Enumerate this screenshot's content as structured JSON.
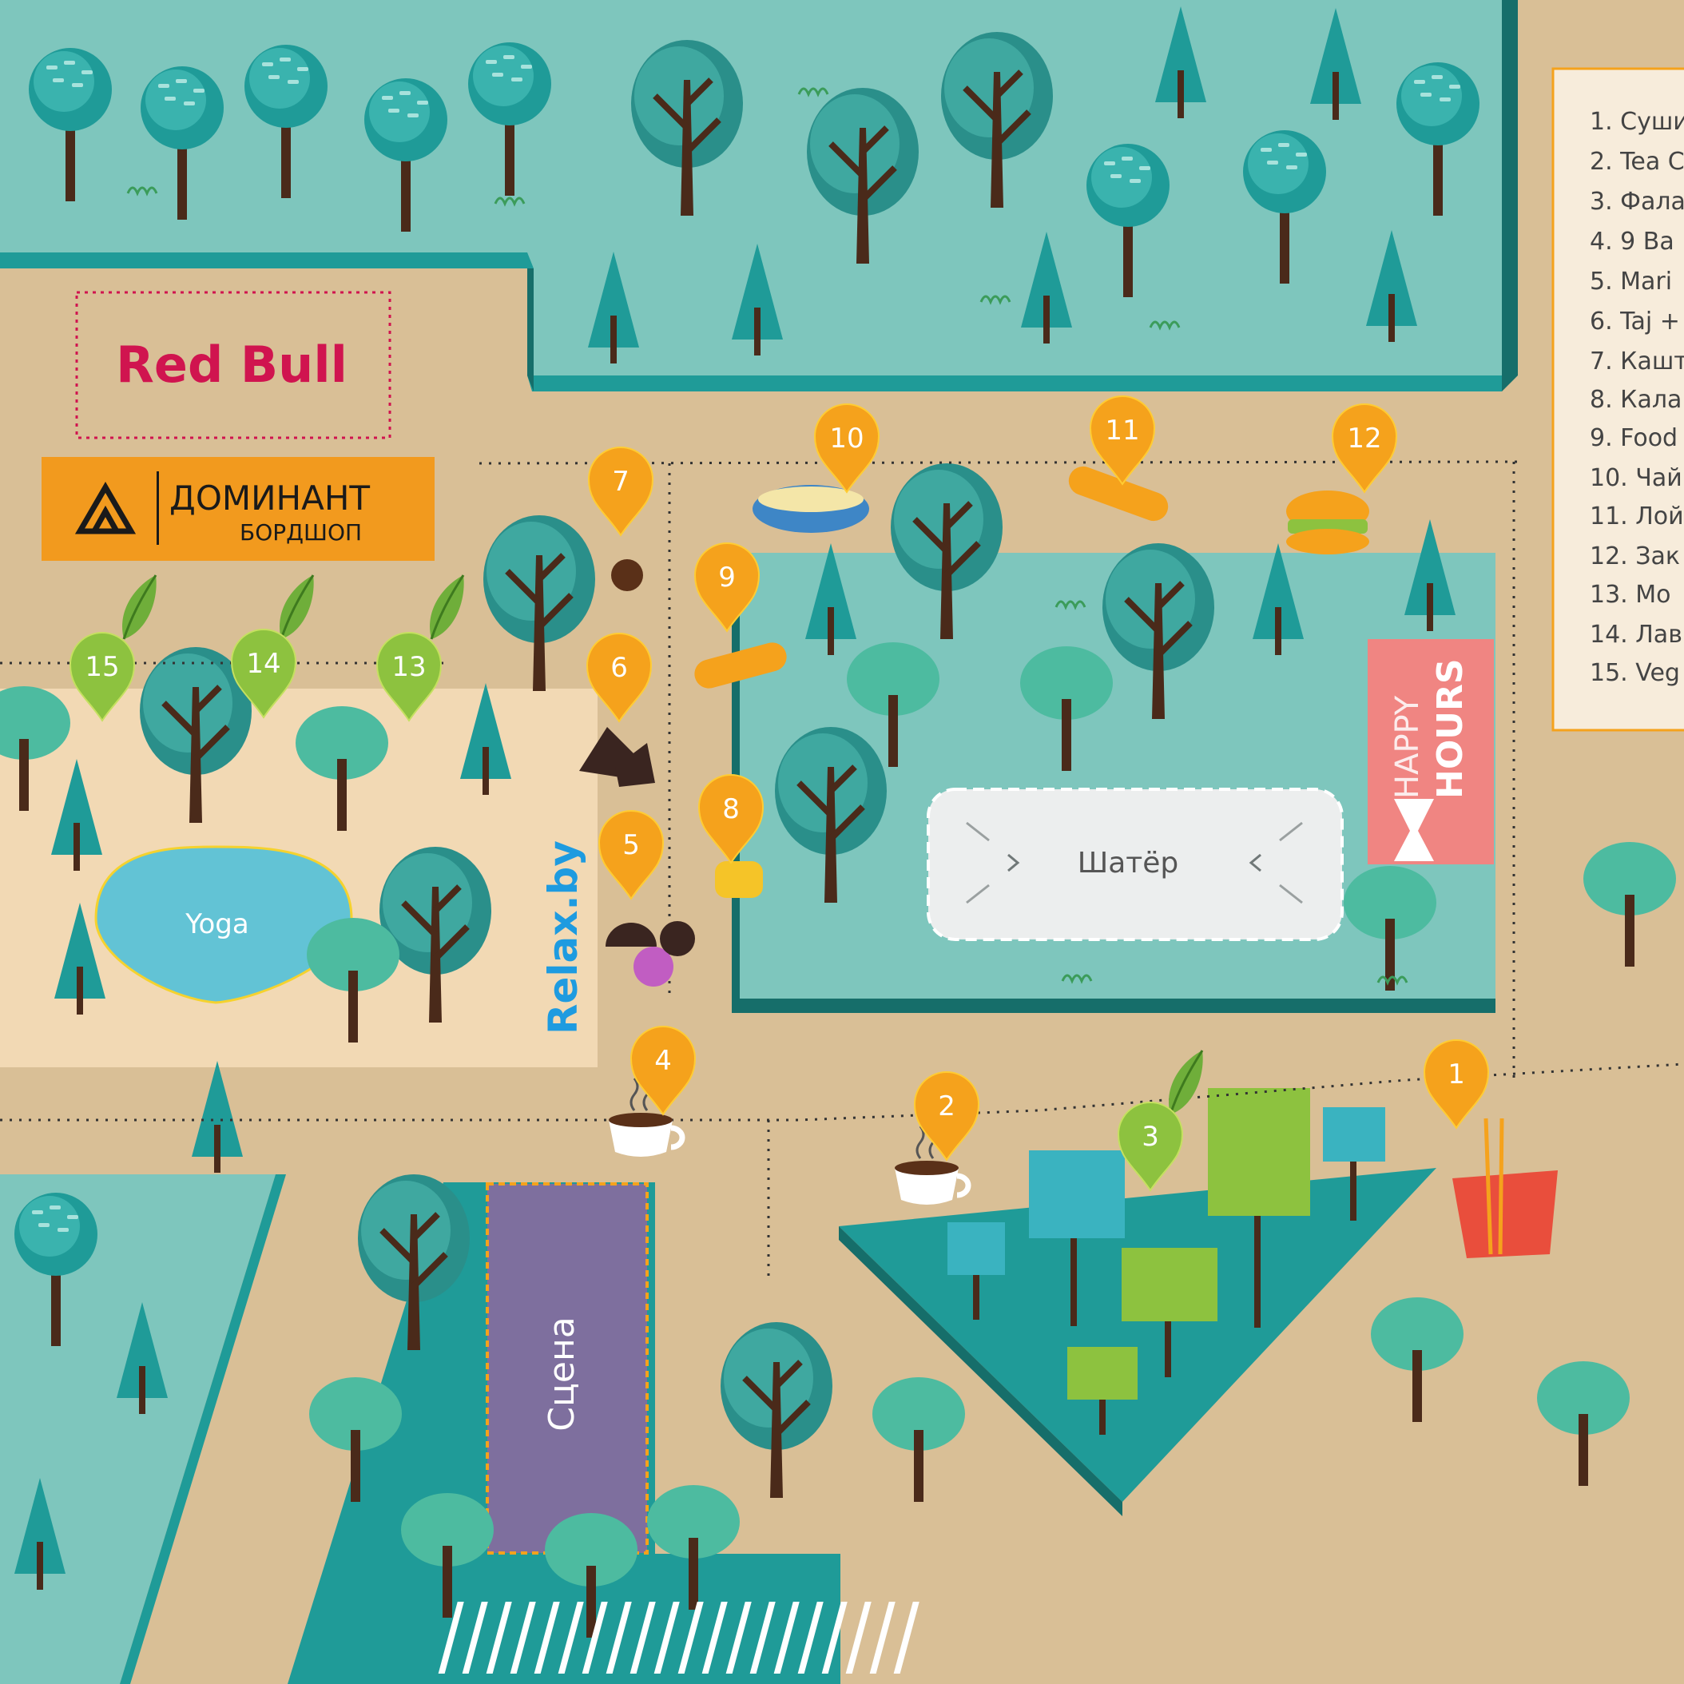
{
  "colors": {
    "ground": "#d9bf96",
    "lawn": "#7ec6bd",
    "lawn_dark": "#1f9b98",
    "lawn_edge": "#166e6a",
    "yoga_area": "#f2d9b4",
    "marker_orange": "#f5a21c",
    "marker_green": "#8dc23f",
    "trunk": "#4a2a1a",
    "stage": "#7e6f9e",
    "happy_hours": "#f08582",
    "redbull": "#d0144f",
    "dominant_bg": "#f29a1e",
    "relax": "#1e9be0"
  },
  "labels": {
    "redbull": "Red Bull",
    "dominant_line1": "ДОМИНАНТ",
    "dominant_line2": "БОРДШОП",
    "relax": "Relax.by",
    "yoga": "Yoga",
    "tent": "Шатёр",
    "stage": "Сцена",
    "happy": "HAPPY",
    "hours": "HOURS"
  },
  "markers": [
    {
      "n": "1",
      "color": "orange",
      "icon": "noodle-box-icon"
    },
    {
      "n": "2",
      "color": "orange",
      "icon": "coffee-cup-icon"
    },
    {
      "n": "3",
      "color": "green",
      "icon": "leaf-icon"
    },
    {
      "n": "4",
      "color": "orange",
      "icon": "coffee-cup-icon"
    },
    {
      "n": "5",
      "color": "orange",
      "icon": "candy-icon"
    },
    {
      "n": "6",
      "color": "orange",
      "icon": "chocolate-icon"
    },
    {
      "n": "7",
      "color": "orange",
      "icon": "chestnut-icon"
    },
    {
      "n": "8",
      "color": "orange",
      "icon": "corn-icon"
    },
    {
      "n": "9",
      "color": "orange",
      "icon": "hotdog-icon"
    },
    {
      "n": "10",
      "color": "orange",
      "icon": "noodle-bowl-icon"
    },
    {
      "n": "11",
      "color": "orange",
      "icon": "corn-dog-icon"
    },
    {
      "n": "12",
      "color": "orange",
      "icon": "burger-icon"
    },
    {
      "n": "13",
      "color": "green",
      "icon": "leaf-icon"
    },
    {
      "n": "14",
      "color": "green",
      "icon": "leaf-icon"
    },
    {
      "n": "15",
      "color": "green",
      "icon": "leaf-icon"
    }
  ],
  "legend": {
    "items": [
      "1. Суши",
      "2. Tea C",
      "3. Фала",
      "4. 9 Ba",
      "5. Mari",
      "6. Taj +",
      "7. Кашт",
      "8. Кала",
      "9. Food",
      "10. Чай",
      "11. Лой",
      "12. Зак",
      "13. Mo",
      "14. Лав",
      "15. Veg"
    ]
  }
}
